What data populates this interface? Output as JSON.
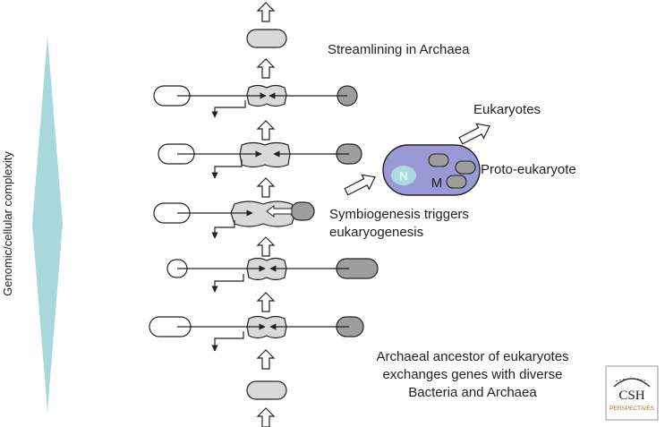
{
  "axis_label": "Genomic/cellular complexity",
  "labels": {
    "streamlining": "Streamlining in Archaea",
    "eukaryotes": "Eukaryotes",
    "proto_eukaryote": "Proto-eukaryote",
    "symbiogenesis_line1": "Symbiogenesis triggers",
    "symbiogenesis_line2": "eukaryogenesis",
    "ancestor_line1": "Archaeal ancestor of eukaryotes",
    "ancestor_line2": "exchanges genes with diverse",
    "ancestor_line3": "Bacteria and Archaea",
    "nucleus": "N",
    "mitochondrion": "M"
  },
  "logo": {
    "text": "CSH",
    "subtext": "PERSPECTIVES"
  },
  "colors": {
    "cell_fill": "#d9d9d9",
    "donor_fill": "#9e9e9e",
    "proto_fill": "#9b98d6",
    "nucleus_fill": "#a8dce0",
    "axis_fill": "#a8d8dc",
    "stroke": "#222222",
    "logo_text": "#b5651d"
  }
}
